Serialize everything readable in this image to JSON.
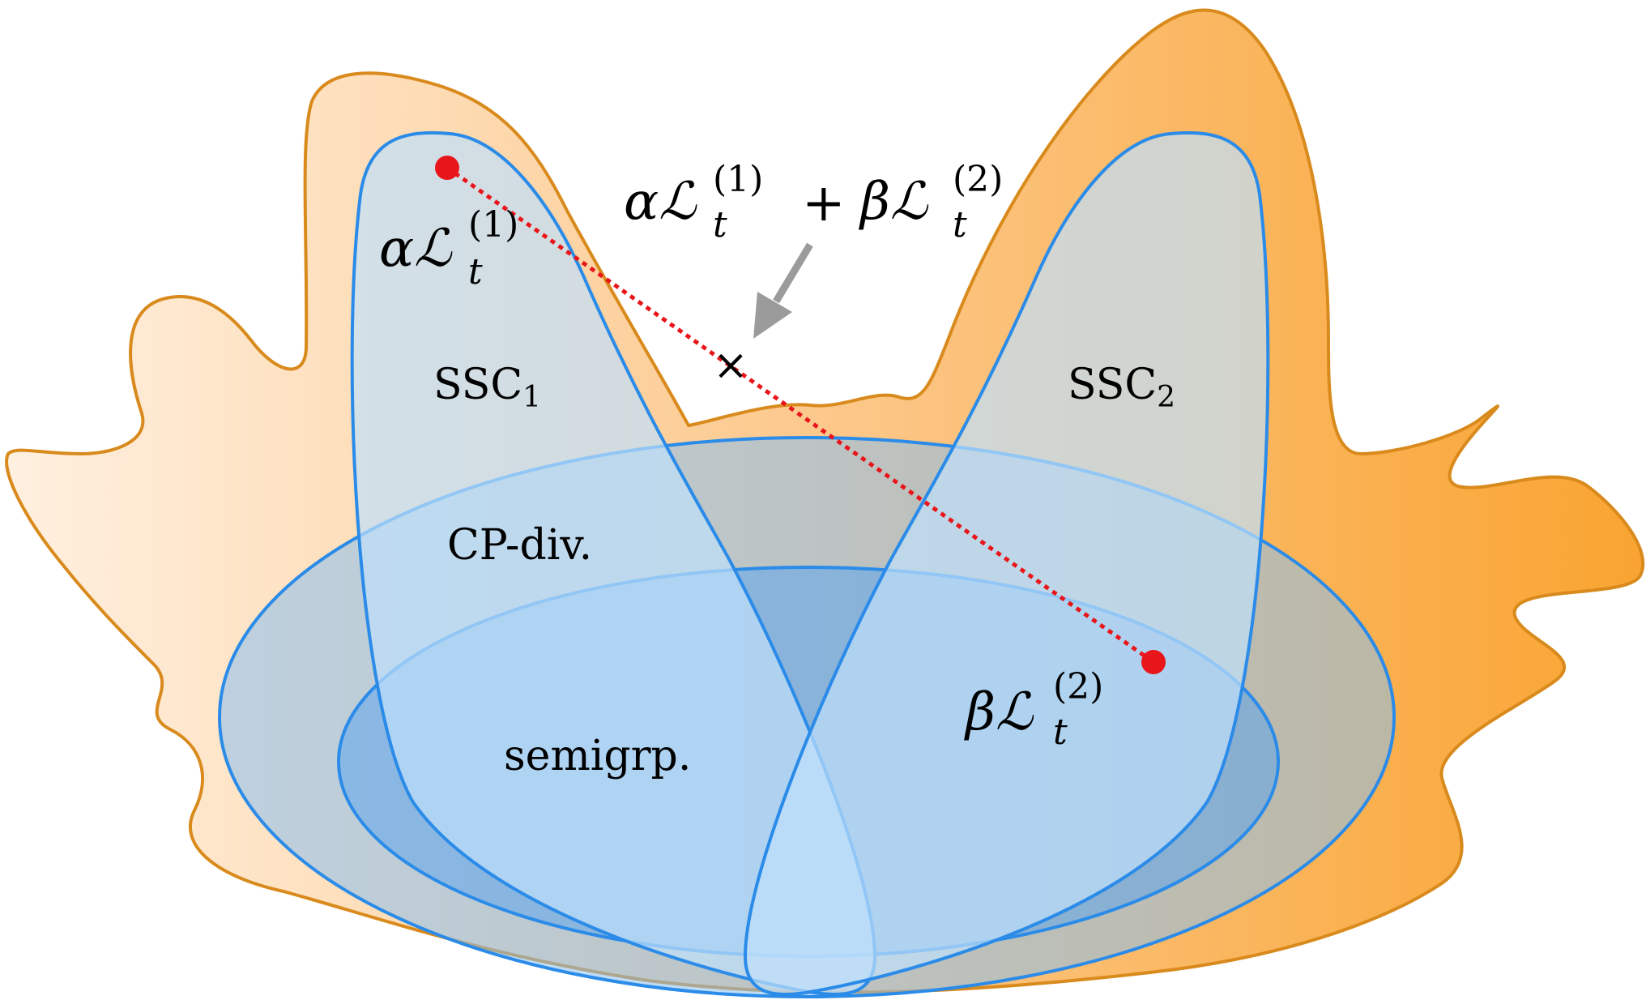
{
  "labels": {
    "ssc1": "SSC",
    "ssc1_sub": "1",
    "ssc2": "SSC",
    "ssc2_sub": "2",
    "cp_div": "CP-div.",
    "semigroup": "semigrp."
  },
  "math": {
    "alpha": "α",
    "beta": "β",
    "script_L": "ℒ",
    "t": "t",
    "sup1": "(1)",
    "sup2": "(2)",
    "plus": "+"
  },
  "marker": "×",
  "colors": {
    "orange_stroke": "#d98a1c",
    "orange_fill_light": "#fde9d2",
    "orange_fill_dark": "#f9a93c",
    "blue_stroke": "#2b8be8",
    "blue_fill": "#bfe0fb",
    "point_red": "#e8161b",
    "dotted_red": "#e8161b",
    "arrow_gray": "#9b9b9b"
  }
}
